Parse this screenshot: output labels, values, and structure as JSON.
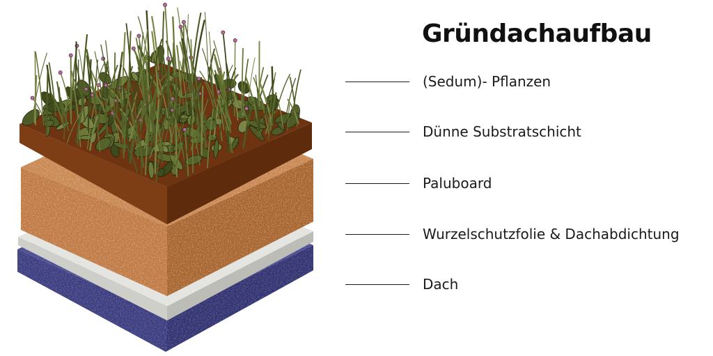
{
  "title": "Gründachaufbau",
  "layers": [
    {
      "label": "(Sedum)- Pflanzen",
      "color": "#5b6b2e"
    },
    {
      "label": "Dünne Substratschicht",
      "color": "#7a3a14"
    },
    {
      "label": "Paluboard",
      "color": "#c27a45"
    },
    {
      "label": "Wurzelschutzfolie & Dachabdichtung",
      "color": "#e2e2de"
    },
    {
      "label": "Dach",
      "color": "#3b3c82"
    }
  ]
}
